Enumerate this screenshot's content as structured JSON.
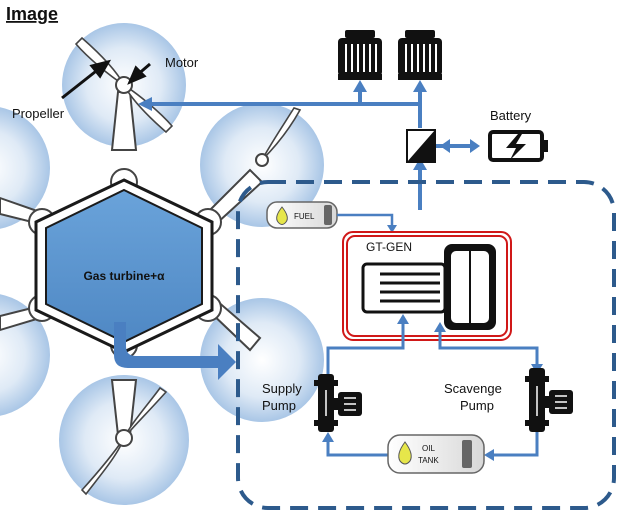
{
  "heading": "Image",
  "labels": {
    "motor": "Motor",
    "propeller": "Propeller",
    "battery": "Battery",
    "gas_turbine": "Gas turbine+α",
    "gt_gen": "GT-GEN",
    "supply_pump_line1": "Supply",
    "supply_pump_line2": "Pump",
    "scavenge_pump_line1": "Scavenge",
    "scavenge_pump_line2": "Pump",
    "fuel": "FUEL",
    "oil_line1": "OIL",
    "oil_line2": "TANK"
  },
  "colors": {
    "flow_line": "#4a7fc1",
    "dashed_boundary": "#2d5a8c",
    "hexagon_fill": "#5d95cf",
    "hexagon_border": "#1a1a1a",
    "gt_gen_border": "#d01818",
    "propeller_disc": "#bcd6f0",
    "fuel_drop": "#e6e64a",
    "machine_black": "#111111"
  },
  "icons": [
    "electric-motor-icon",
    "battery-icon",
    "converter-icon",
    "fuel-tank-icon",
    "oil-tank-icon",
    "pump-icon",
    "generator-icon",
    "propeller-icon"
  ]
}
